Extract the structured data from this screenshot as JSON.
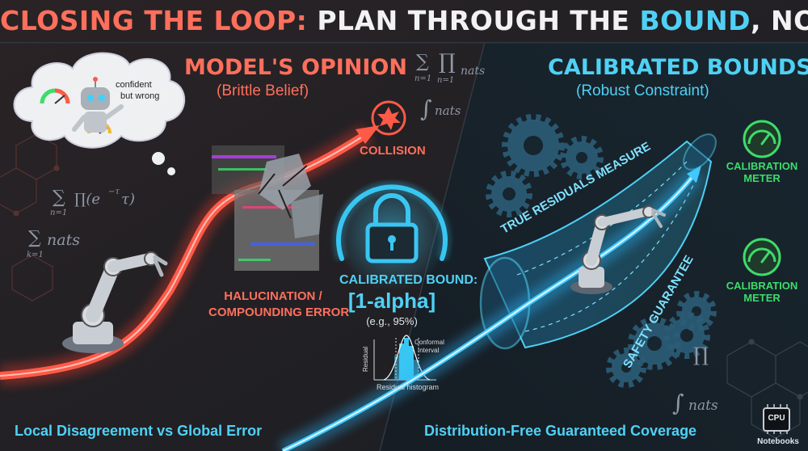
{
  "title": {
    "part1": "CLOSING THE LOOP:",
    "part2": " PLAN THROUGH THE ",
    "part3": "BOUND",
    "part4": ", NOT THE BELIEF"
  },
  "left": {
    "heading": "MODEL'S OPINION",
    "subheading": "(Brittle Belief)",
    "thought_bubble": [
      "confident",
      "but wrong"
    ],
    "collision_label": "COLLISION",
    "error_label": [
      "HALUCINATION /",
      "COMPOUNDING ERROR"
    ],
    "footer": "Local Disagreement vs Global Error",
    "math": {
      "sum_top": "∑",
      "sum_top_sub": "n=1",
      "product_expr": "∏(e",
      "product_exp": "−τ",
      "product_close": "τ)",
      "sum_bottom": "∑",
      "sum_bottom_sub": "k=1",
      "sum_bottom_text": "nats"
    }
  },
  "center": {
    "bound_label": "CALIBRATED BOUND:",
    "bound_value": "[1-alpha]",
    "bound_example": "(e.g., 95%)",
    "histogram": {
      "ylabel": "Residual",
      "xlabel": "Residual histogram",
      "annotation": [
        "Conformal",
        "Interval"
      ]
    },
    "math": {
      "sum": "∑",
      "sum_sub": "n=1",
      "prod": "∏",
      "prod_sub": "n=1",
      "nats": "nats",
      "integral": "∫",
      "integral_text": "nats"
    }
  },
  "right": {
    "heading": "CALIBRATED BOUNDS",
    "subheading": "(Robust Constraint)",
    "tube_label_top": "TRUE RESIDUALS MEASURE",
    "tube_label_bottom": "SAFETY GUARANTEE",
    "meter_top": [
      "CALIBRATION",
      "METER"
    ],
    "meter_bottom": [
      "CALIBRATION",
      "METER"
    ],
    "footer": "Distribution-Free Guaranteed Coverage",
    "math": {
      "prod": "∏",
      "integral": "∫",
      "integral_text": "nats"
    },
    "chip_label": "CPU",
    "chip_caption": "Notebooks"
  },
  "colors": {
    "background": "#1b2027",
    "accent_red": "#ff6f5c",
    "accent_cyan": "#4fd1f5",
    "meter_green": "#3ddc6a",
    "text_white": "#f2f2f2"
  }
}
